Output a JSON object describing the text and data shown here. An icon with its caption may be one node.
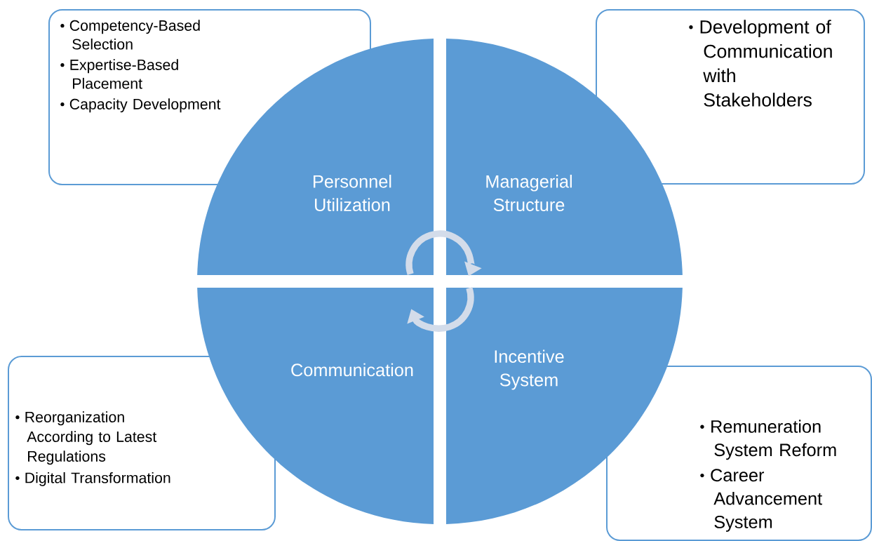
{
  "diagram": {
    "nodes": [
      {
        "text": [
          "Competency-Based Selection",
          "Expertise-Based Placement",
          "Capacity Development"
        ]
      },
      {
        "text": [
          "Development of Communication with Stakeholders"
        ]
      },
      {
        "text": [
          "Personnel Utilization"
        ]
      },
      {
        "text": [
          "Managerial Structure"
        ]
      },
      {
        "text": [
          "Communication"
        ]
      },
      {
        "text": [
          "Incentive System"
        ]
      },
      {
        "text": [
          "Reorganization According to Latest Regulations",
          "Digital Transformation"
        ]
      },
      {
        "text": [
          "Remuneration System Reform",
          "Career Advancement System"
        ]
      }
    ],
    "edges": [
      {
        "from": 2,
        "to": 3,
        "arrow": "to"
      },
      {
        "from": 5,
        "to": 4,
        "arrow": "to"
      }
    ]
  }
}
